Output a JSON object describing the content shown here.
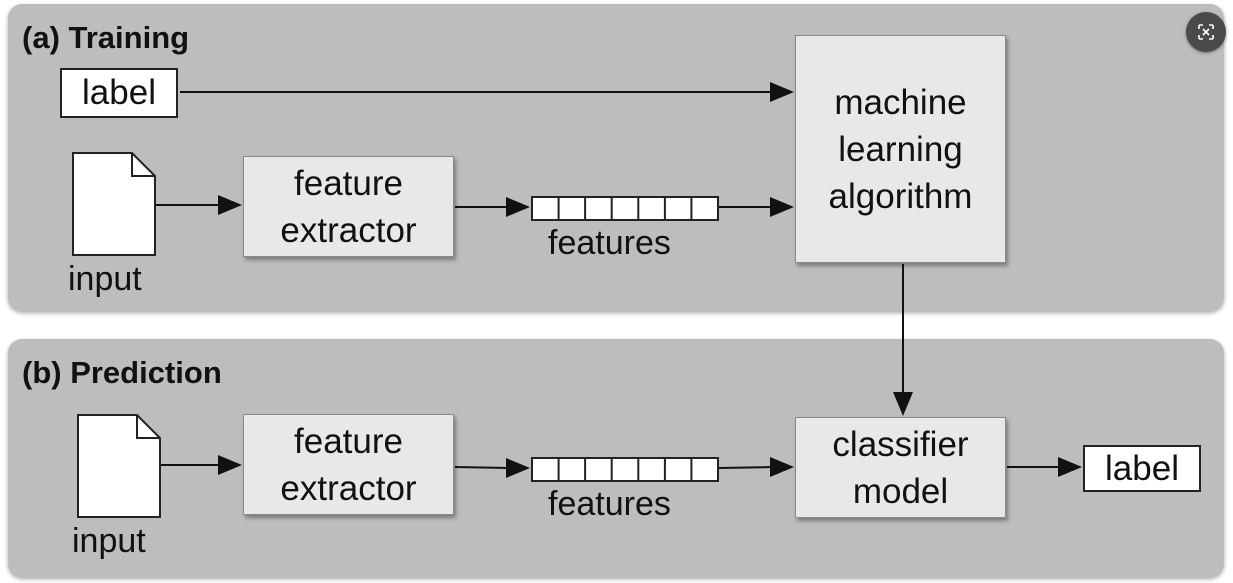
{
  "training": {
    "title": "(a) Training",
    "label": "label",
    "input": "input",
    "extractor": "feature\nextractor",
    "features": "features",
    "algorithm": "machine\nlearning\nalgorithm"
  },
  "prediction": {
    "title": "(b) Prediction",
    "input": "input",
    "extractor": "feature\nextractor",
    "features": "features",
    "classifier": "classifier\nmodel",
    "label": "label"
  },
  "icons": {
    "close": "close-icon",
    "document": "document-icon"
  },
  "colors": {
    "panel": "#bdbdbd",
    "box": "#e8e8e8",
    "close_button": "#4a4a4a"
  }
}
